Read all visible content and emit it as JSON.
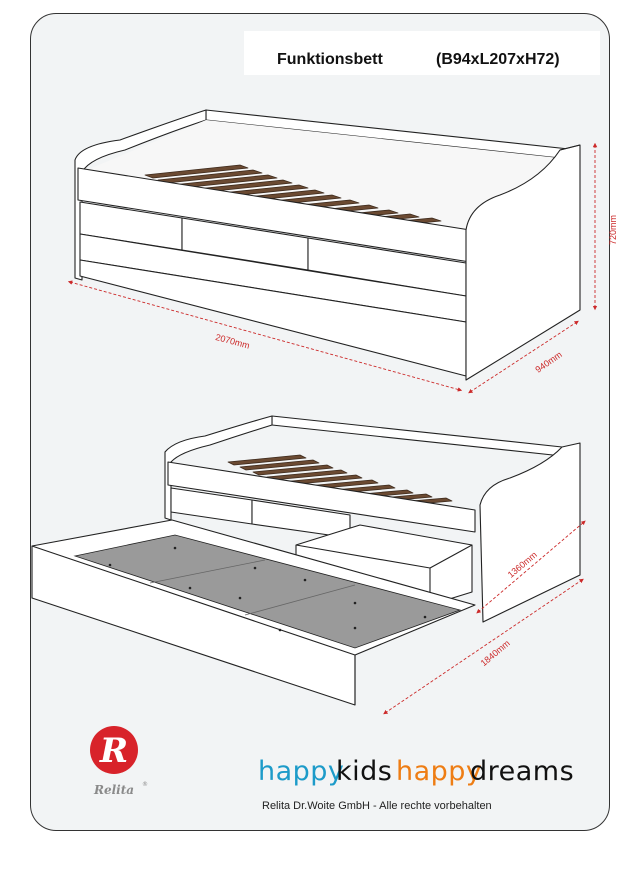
{
  "header": {
    "title": "Funktionsbett",
    "dimensions": "(B94xL207xH72)"
  },
  "figure_top": {
    "length_label": "2070mm",
    "depth_label": "940mm",
    "height_label": "720mm"
  },
  "figure_bottom": {
    "drawer_label": "1360mm",
    "pullout_label": "1840mm"
  },
  "logo": {
    "letter": "R",
    "brand": "Relita",
    "trademark": "®"
  },
  "slogan": {
    "part1_word1": "happy",
    "part1_word2": "kids",
    "part2_word1": "happy",
    "part2_word2": "dreams",
    "color_happy1": "#1d9bc9",
    "color_kids": "#111111",
    "color_happy2": "#ee7d14",
    "color_dreams": "#111111"
  },
  "footer": {
    "copyright": "Relita Dr.Woite GmbH - Alle rechte vorbehalten"
  },
  "colors": {
    "dimension_line": "#cc2a2a",
    "slats": "#6b4a32",
    "drawer_floor": "#9a9a9a",
    "logo_red": "#d8232a"
  }
}
